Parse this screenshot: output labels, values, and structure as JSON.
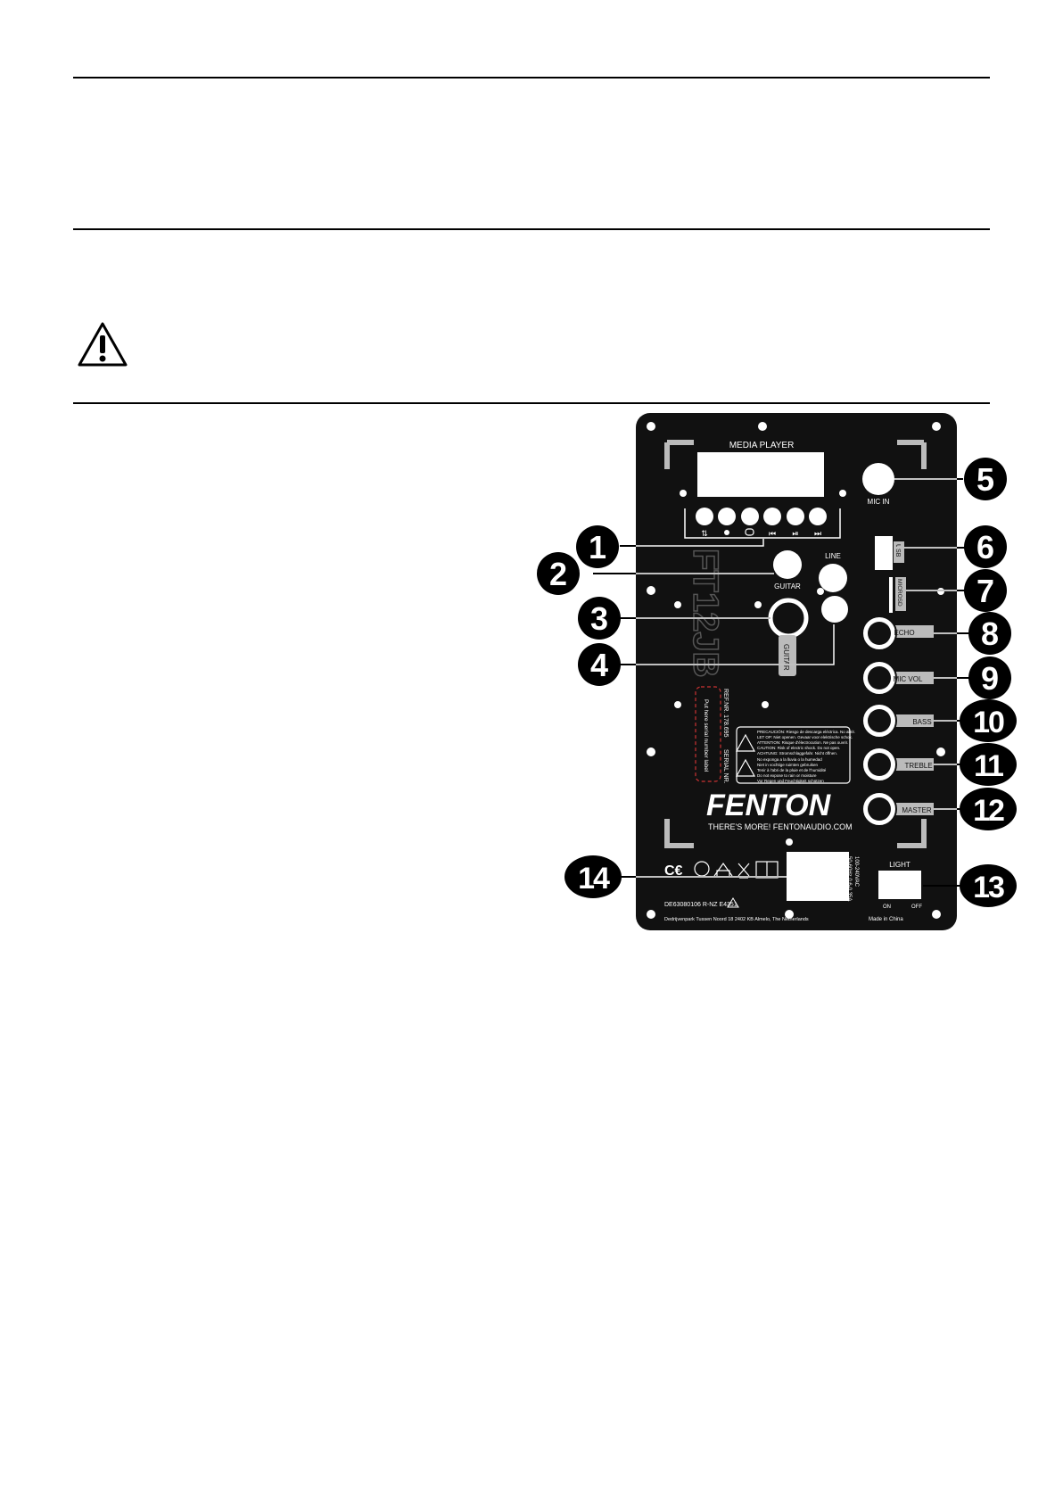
{
  "panel": {
    "media_player_label": "MEDIA PLAYER",
    "mic_in_label": "MIC IN",
    "guitar_label": "GUITAR",
    "line_label": "LINE",
    "guitar_jack_label": "GUITAR",
    "usb_label": "USB",
    "microsd_label": "MICROSD",
    "knobs": [
      "ECHO",
      "MIC VOL",
      "BASS",
      "TREBLE",
      "MASTER"
    ],
    "model_text": "FT12JB",
    "ref_nr": "REF.NR. 178.695",
    "serial_nr": "SERIAL NR.",
    "serial_sticker_text": "Put here serial number label",
    "brand": "FENTON",
    "tagline": "THERE'S MORE! FENTONAUDIO.COM",
    "power_spec_1": "100-240VAC",
    "power_spec_2": "50-60Hz 0.6-0.35A",
    "light_label": "LIGHT",
    "light_on": "ON",
    "light_off": "OFF",
    "made_in": "Made in China",
    "cert_text": "DE63080106   R-NZ E4351",
    "address": "Dedrijvenpark Tussen Noord 18 2402 KB Almelo, The Netherlands",
    "caution_lines": [
      "PRECAUCIÓN: Riesgo de descarga eléctrica. No abrir.",
      "LET OP: Niet openen. Gevaar voor elektrische schok.",
      "ATTENTION: Risque d'électrocution. Ne pas ouvrir.",
      "CAUTION: Risk of electric shock. Do not open.",
      "ACHTUNG: Stromschlaggefahr. Nicht öffnen."
    ],
    "moisture_lines": [
      "No exponga a la lluvia o la humedad",
      "Niet in vochtige ruimten gebruiken",
      "Tenir à l'abri de la pluie et de l'humidité",
      "Do not expose to rain or moisture",
      "Vor Regen und Feuchtigkeit schützen"
    ],
    "playback_icons": [
      "repeat-icon",
      "record-icon",
      "loop-icon",
      "previous-icon",
      "play-pause-icon",
      "next-icon"
    ]
  },
  "callouts": [
    "1",
    "2",
    "3",
    "4",
    "5",
    "6",
    "7",
    "8",
    "9",
    "10",
    "11",
    "12",
    "13",
    "14"
  ]
}
